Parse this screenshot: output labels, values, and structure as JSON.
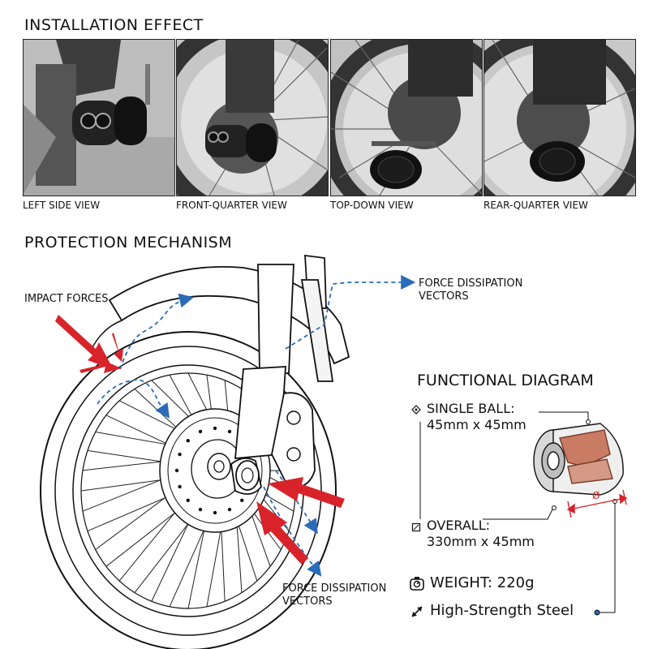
{
  "installation": {
    "title": "INSTALLATION EFFECT",
    "views": [
      {
        "caption": "LEFT SIDE VIEW"
      },
      {
        "caption": "FRONT-QUARTER VIEW"
      },
      {
        "caption": "TOP-DOWN VIEW"
      },
      {
        "caption": "REAR-QUARTER VIEW"
      }
    ]
  },
  "protection": {
    "title": "PROTECTION MECHANISM",
    "impact_label": "IMPACT FORCES",
    "dissipation_top": [
      "FORCE DISSIPATION",
      "VECTORS"
    ],
    "dissipation_bottom": [
      "FORCE DISSIPATION",
      "VECTORS"
    ]
  },
  "functional": {
    "title": "FUNCTIONAL DIAGRAM",
    "single_ball": {
      "label": "SINGLE BALL:",
      "value": "45mm x 45mm"
    },
    "overall": {
      "label": "OVERALL:",
      "value": "330mm x 45mm"
    },
    "weight": "WEIGHT: 220g",
    "material": "High-Strength Steel",
    "diameter_symbol": "Ø"
  },
  "colors": {
    "impact_arrow": "#d8232a",
    "dissipation_arrow": "#2a6cb8",
    "line": "#111111"
  },
  "icons": [
    "weight-scale-icon",
    "dimension-arrow-icon",
    "bullet-diamond-icon",
    "bullet-square-icon"
  ]
}
